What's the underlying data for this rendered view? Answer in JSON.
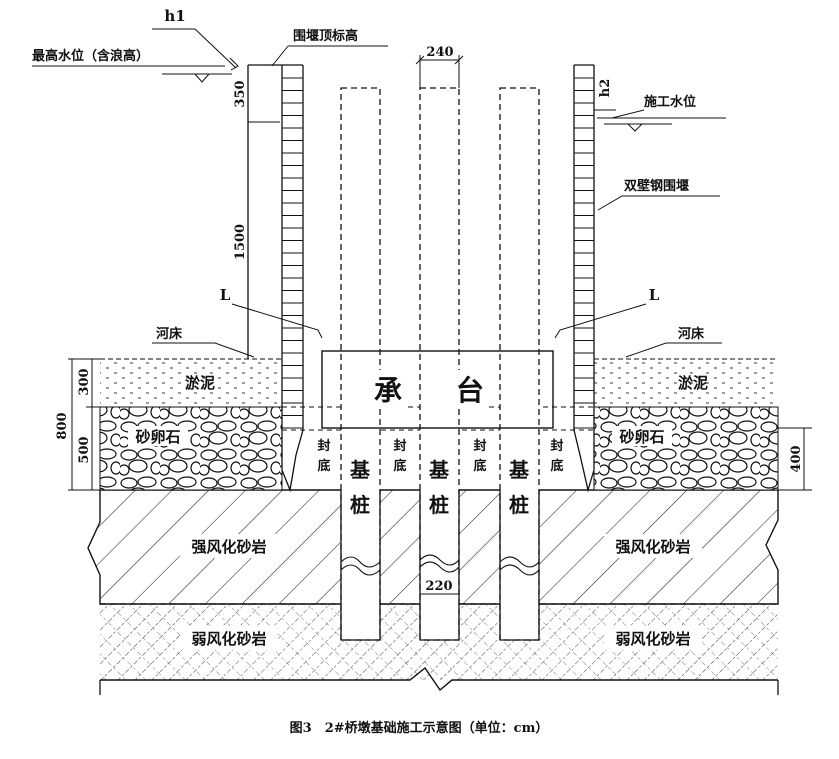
{
  "labels": {
    "h1": "h1",
    "max_water": "最高水位（含浪高）",
    "cofferdam_top": "围堰顶标高",
    "dim_240": "240",
    "h2": "h2",
    "construction_water": "施工水位",
    "double_wall_cofferdam": "双壁钢围堰",
    "L_left": "L",
    "L_right": "L",
    "riverbed_left": "河床",
    "riverbed_right": "河床",
    "silt_left": "淤泥",
    "silt_right": "淤泥",
    "gravel_left": "砂卵石",
    "gravel_right": "砂卵石",
    "cap": "承",
    "cap2": "台",
    "seal": [
      "封",
      "底"
    ],
    "pile": [
      "基",
      "桩"
    ],
    "strong_sandstone": "强风化砂岩",
    "weak_sandstone": "弱风化砂岩",
    "dim_220": "220"
  },
  "dimensions": {
    "d350": "350",
    "d1500": "1500",
    "d800": "800",
    "d300": "300",
    "d500": "500",
    "d400": "400"
  },
  "caption": "图3　2#桥墩基础施工示意图（单位：cm）"
}
